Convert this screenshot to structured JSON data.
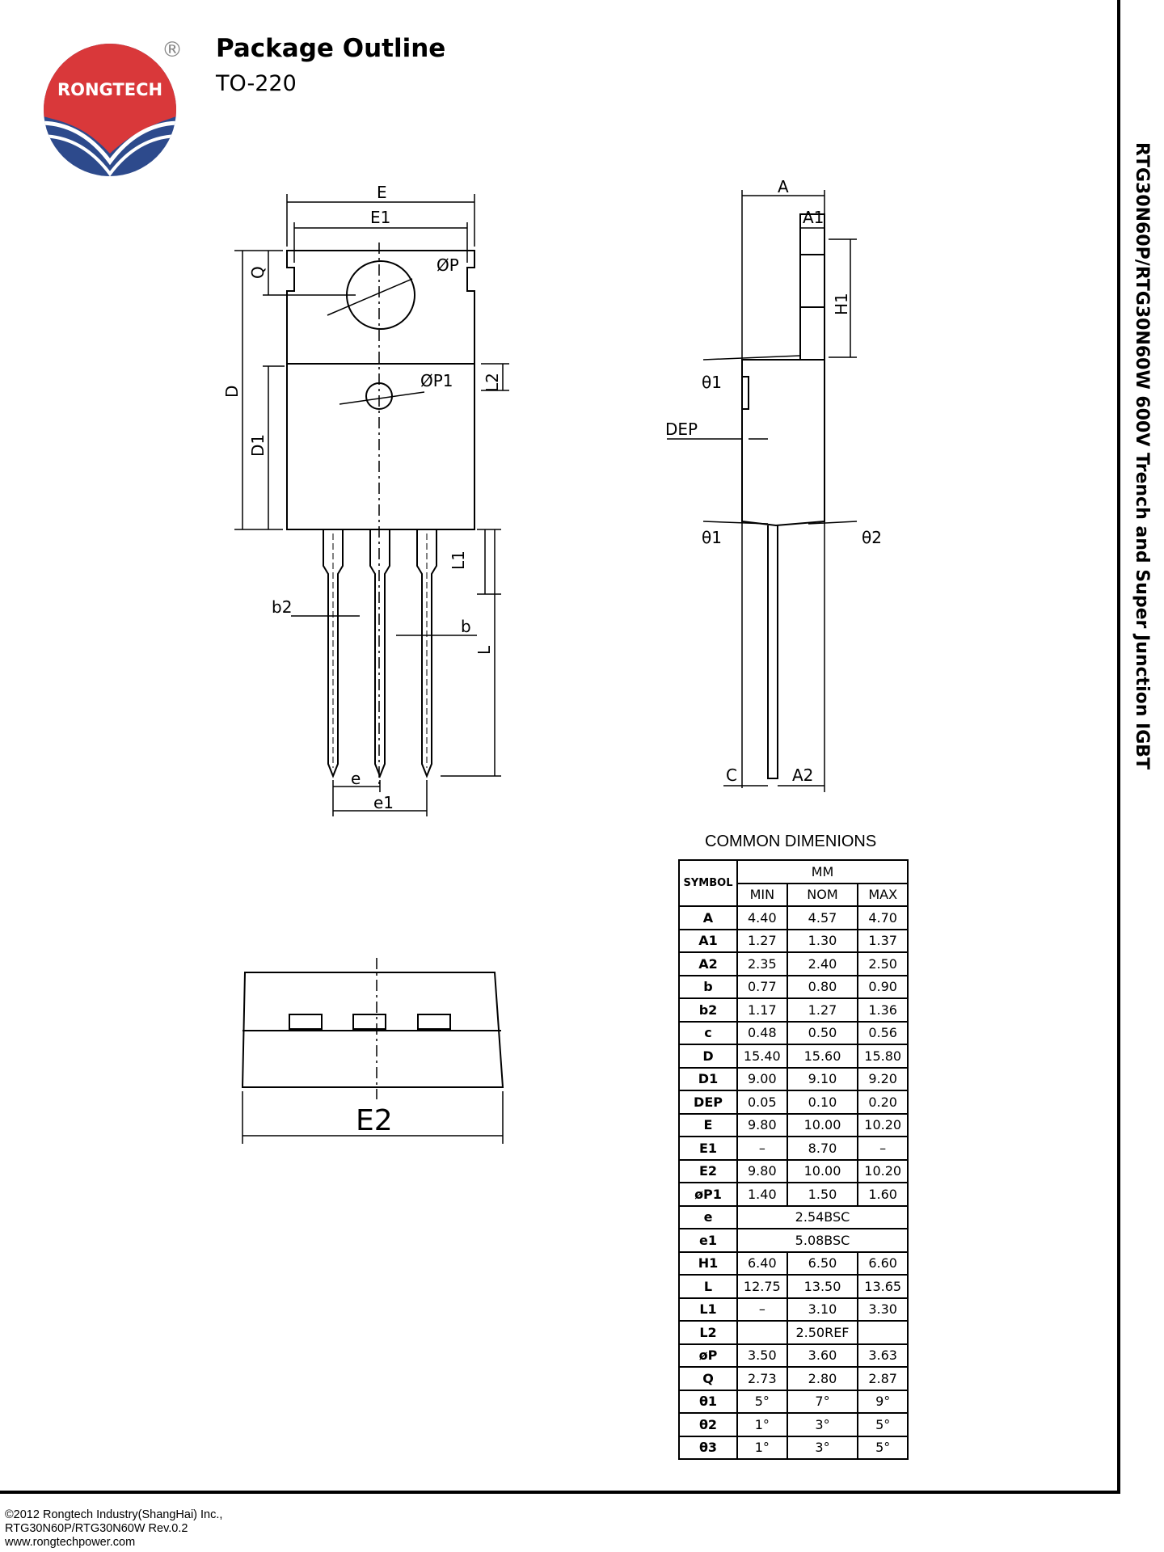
{
  "header": {
    "title": "Package Outline",
    "subtitle": "TO-220"
  },
  "logo": {
    "text": "RONGTECH",
    "registered": "®",
    "colors": {
      "red": "#d9383a",
      "blue": "#2d4a8c"
    }
  },
  "side_title": "RTG30N60P/RTG30N60W 600V Trench and Super Junction IGBT",
  "drawing_labels": {
    "E": "E",
    "E1": "E1",
    "Q": "Q",
    "P": "ØP",
    "P1": "ØP1",
    "L2": "L2",
    "D": "D",
    "D1": "D1",
    "L1": "L1",
    "L": "L",
    "b2": "b2",
    "b": "b",
    "e": "e",
    "e1": "e1",
    "A": "A",
    "A1": "A1",
    "H1": "H1",
    "theta1": "θ1",
    "theta1b": "θ1",
    "theta2": "θ2",
    "DEP": "DEP",
    "C": "C",
    "A2": "A2",
    "E2": "E2"
  },
  "table": {
    "caption": "COMMON DIMENIONS",
    "unit": "MM",
    "headers": [
      "SYMBOL",
      "MIN",
      "NOM",
      "MAX"
    ],
    "rows": [
      [
        "A",
        "4.40",
        "4.57",
        "4.70"
      ],
      [
        "A1",
        "1.27",
        "1.30",
        "1.37"
      ],
      [
        "A2",
        "2.35",
        "2.40",
        "2.50"
      ],
      [
        "b",
        "0.77",
        "0.80",
        "0.90"
      ],
      [
        "b2",
        "1.17",
        "1.27",
        "1.36"
      ],
      [
        "c",
        "0.48",
        "0.50",
        "0.56"
      ],
      [
        "D",
        "15.40",
        "15.60",
        "15.80"
      ],
      [
        "D1",
        "9.00",
        "9.10",
        "9.20"
      ],
      [
        "DEP",
        "0.05",
        "0.10",
        "0.20"
      ],
      [
        "E",
        "9.80",
        "10.00",
        "10.20"
      ],
      [
        "E1",
        "–",
        "8.70",
        "–"
      ],
      [
        "E2",
        "9.80",
        "10.00",
        "10.20"
      ],
      [
        "øP1",
        "1.40",
        "1.50",
        "1.60"
      ],
      [
        "e",
        "2.54BSC"
      ],
      [
        "e1",
        "5.08BSC"
      ],
      [
        "H1",
        "6.40",
        "6.50",
        "6.60"
      ],
      [
        "L",
        "12.75",
        "13.50",
        "13.65"
      ],
      [
        "L1",
        "–",
        "3.10",
        "3.30"
      ],
      [
        "L2",
        "",
        "2.50REF",
        ""
      ],
      [
        "øP",
        "3.50",
        "3.60",
        "3.63"
      ],
      [
        "Q",
        "2.73",
        "2.80",
        "2.87"
      ],
      [
        "θ1",
        "5°",
        "7°",
        "9°"
      ],
      [
        "θ2",
        "1°",
        "3°",
        "5°"
      ],
      [
        "θ3",
        "1°",
        "3°",
        "5°"
      ]
    ]
  },
  "footer": {
    "line1": "©2012 Rongtech Industry(ShangHai) Inc.,",
    "line2": "RTG30N60P/RTG30N60W Rev.0.2",
    "line3": "www.rongtechpower.com"
  }
}
